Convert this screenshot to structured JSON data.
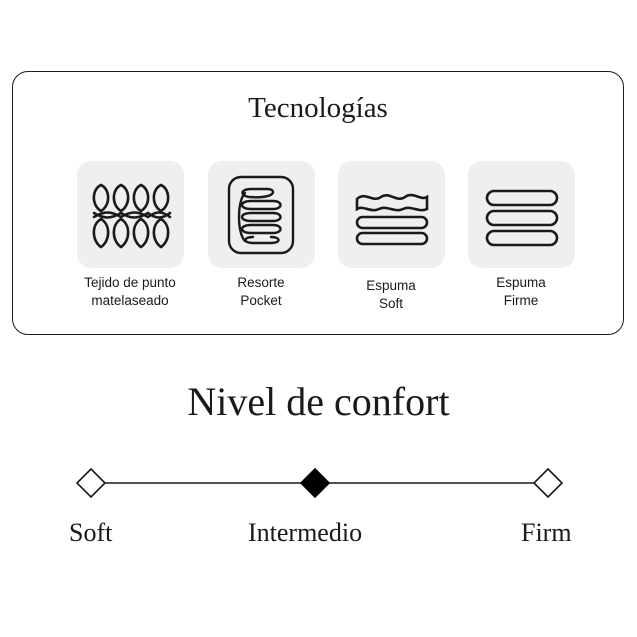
{
  "technologies": {
    "title": "Tecnologías",
    "items": [
      {
        "label": "Tejido de punto\nmatelaseado",
        "icon": "quilted-knit-icon"
      },
      {
        "label": "Resorte\nPocket",
        "icon": "pocket-spring-icon"
      },
      {
        "label": "Espuma\nSoft",
        "icon": "soft-foam-icon"
      },
      {
        "label": "Espuma\nFirme",
        "icon": "firm-foam-icon"
      }
    ]
  },
  "comfort": {
    "title": "Nivel de confort",
    "levels": [
      "Soft",
      "Intermedio",
      "Firm"
    ],
    "selected_index": 1,
    "selected_level": "Intermedio"
  },
  "colors": {
    "text": "#1a1a1a",
    "tile_background": "#efefef",
    "border": "#1a1a1a",
    "selected_marker": "#000000",
    "unselected_marker": "#ffffff"
  }
}
